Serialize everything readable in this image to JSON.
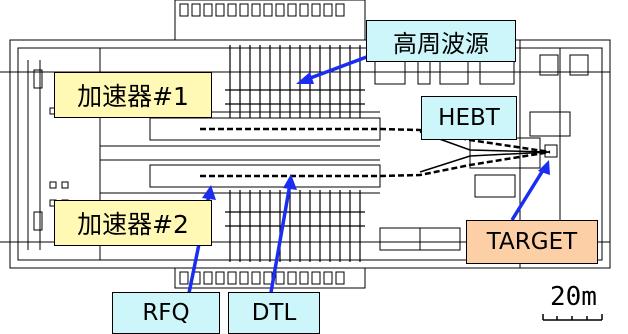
{
  "labels": {
    "rf_source": "高周波源",
    "accelerator_1": "加速器#1",
    "accelerator_2": "加速器#2",
    "hebt": "HEBT",
    "target": "TARGET",
    "rfq": "RFQ",
    "dtl": "DTL"
  },
  "scale": {
    "text": "20m"
  },
  "colors": {
    "label_cyan": "#ccf6fa",
    "label_yellow": "#fff9b5",
    "label_orange": "#fccfa7",
    "arrow_blue": "#1a2df0",
    "drawing_line": "#000000"
  }
}
